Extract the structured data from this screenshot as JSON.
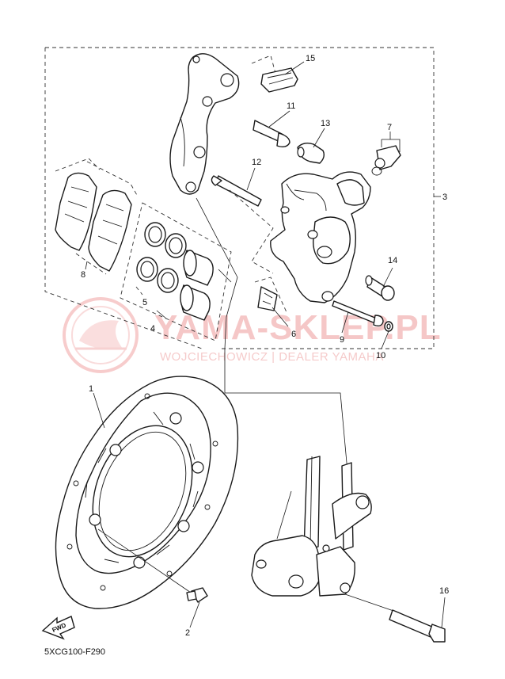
{
  "diagram_code": "5XCG100-F290",
  "fwd_label": "FWD",
  "watermark": {
    "title": "YAMA-SKLEP.PL",
    "subtitle": "WOJCIECHOWICZ | DEALER YAMAHA"
  },
  "callouts": [
    {
      "id": "1",
      "label": "1"
    },
    {
      "id": "2",
      "label": "2"
    },
    {
      "id": "3",
      "label": "3"
    },
    {
      "id": "4",
      "label": "4"
    },
    {
      "id": "5",
      "label": "5"
    },
    {
      "id": "6",
      "label": "6"
    },
    {
      "id": "7",
      "label": "7"
    },
    {
      "id": "8",
      "label": "8"
    },
    {
      "id": "9",
      "label": "9"
    },
    {
      "id": "10",
      "label": "10"
    },
    {
      "id": "11",
      "label": "11"
    },
    {
      "id": "12",
      "label": "12"
    },
    {
      "id": "13",
      "label": "13"
    },
    {
      "id": "14",
      "label": "14"
    },
    {
      "id": "15",
      "label": "15"
    },
    {
      "id": "16",
      "label": "16"
    }
  ],
  "colors": {
    "line": "#1a1a1a",
    "watermark": "#ee9a9a",
    "background": "#ffffff"
  }
}
